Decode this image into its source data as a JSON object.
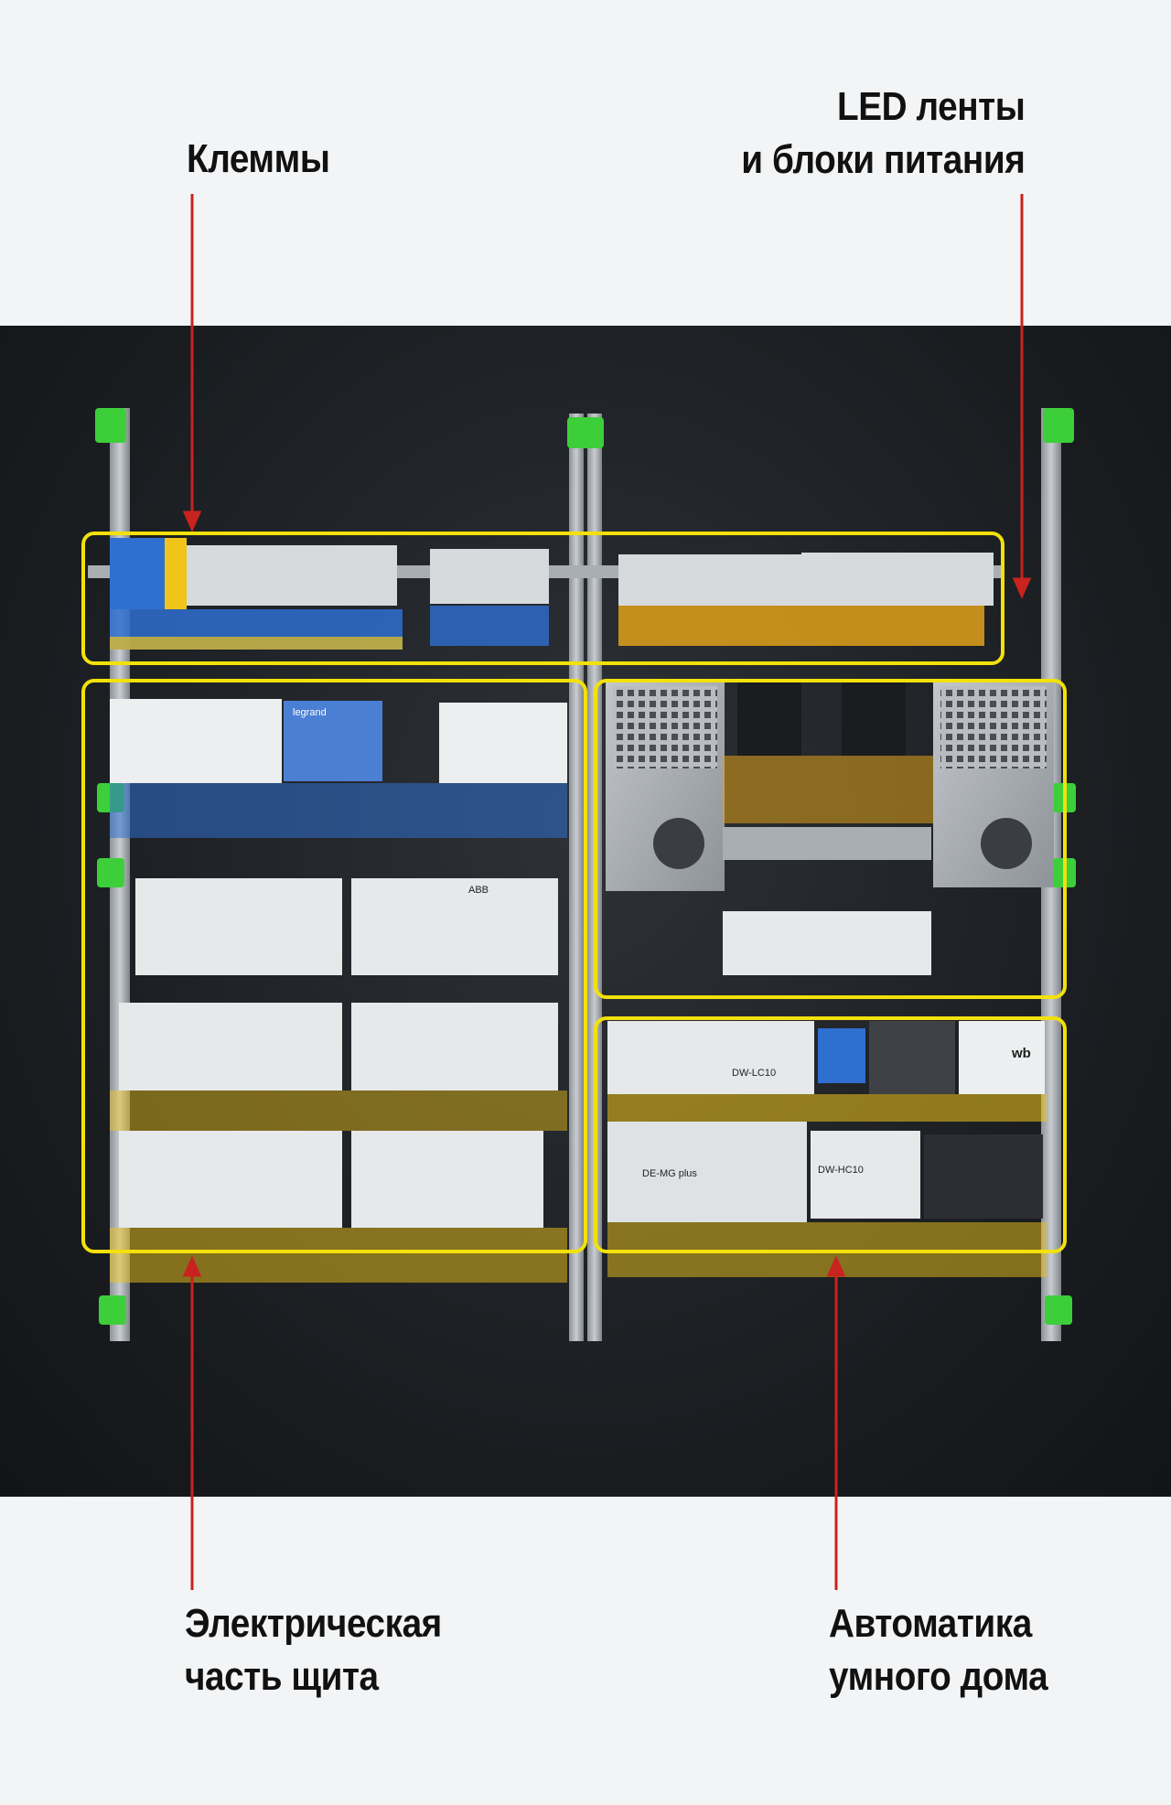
{
  "labels": {
    "terminals": {
      "lines": [
        "Клеммы"
      ]
    },
    "led": {
      "lines": [
        "LED ленты",
        "и блоки питания"
      ]
    },
    "electric": {
      "lines": [
        "Электрическая",
        "часть щита"
      ]
    },
    "automation": {
      "lines": [
        "Автоматика",
        "умного дома"
      ]
    }
  },
  "device_text": {
    "legrand": "legrand",
    "abb": "ABB",
    "wb": "wb",
    "dw_lc10": "DW-LC10",
    "dw_hc10": "DW-HC10",
    "de_mg_plus": "DE-MG plus"
  },
  "colors": {
    "background": "#f3f4f6",
    "photo_background": "#1d2024",
    "highlight_frame": "#f2e10a",
    "arrow": "#c8231e",
    "label_text": "#111111",
    "wire_blue": "#2f6fd0",
    "wire_yellow": "#f0c419",
    "din_green": "#3ccf3a"
  }
}
